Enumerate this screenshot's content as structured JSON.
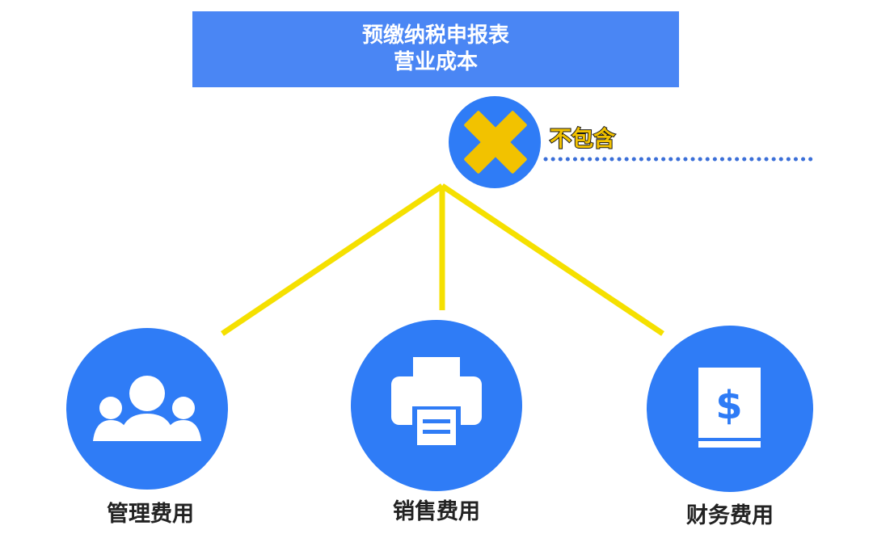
{
  "header": {
    "line1": "预缴纳税申报表",
    "line2": "营业成本"
  },
  "exclude": {
    "label": "不包含",
    "icon": "cross-icon"
  },
  "categories": [
    {
      "label": "管理费用",
      "icon": "people-group-icon"
    },
    {
      "label": "销售费用",
      "icon": "printer-icon"
    },
    {
      "label": "财务费用",
      "icon": "dollar-book-icon"
    }
  ],
  "colors": {
    "blue": "#2f7cf6",
    "header_blue": "#4a86f4",
    "yellow": "#f5e000",
    "cross_yellow": "#f2c200",
    "dots": "#3b6fd8"
  }
}
